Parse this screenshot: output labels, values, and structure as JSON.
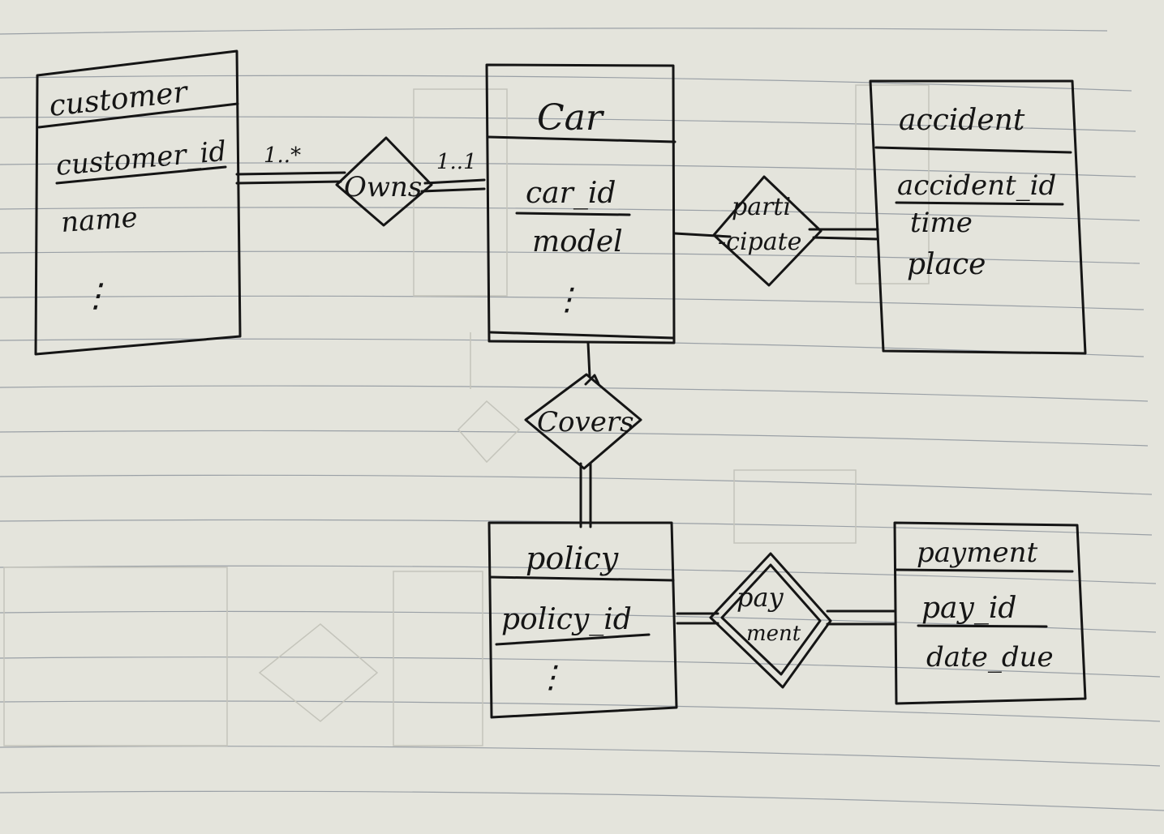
{
  "entities": {
    "customer": {
      "title": "customer",
      "key": "customer_id",
      "attrs": [
        "name",
        "⋮"
      ]
    },
    "car": {
      "title": "Car",
      "key": "car_id",
      "attrs": [
        "model",
        "⋮"
      ]
    },
    "accident": {
      "title": "accident",
      "key": "accident_id",
      "attrs": [
        "time",
        "place"
      ]
    },
    "policy": {
      "title": "policy",
      "key": "policy_id",
      "attrs": [
        "⋮"
      ]
    },
    "payment": {
      "title": "payment",
      "key": "pay_id",
      "attrs": [
        "date_due"
      ]
    }
  },
  "relationships": {
    "owns": {
      "label": "Owns",
      "card_left": "1..*",
      "card_right": "1..1"
    },
    "participate": {
      "label_line1": "parti",
      "label_line2": "-cipate"
    },
    "covers": {
      "label": "Covers"
    },
    "payment_rel": {
      "label_line1": "pay",
      "label_line2": "ment"
    }
  }
}
